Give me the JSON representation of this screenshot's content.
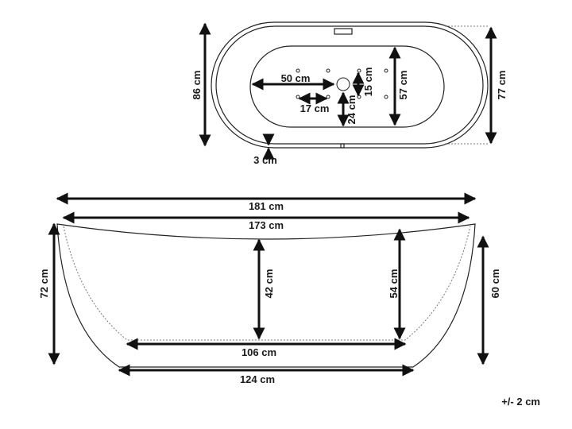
{
  "top_view": {
    "width_label": "86 cm",
    "depth_label": "77 cm",
    "inner_length_label": "50 cm",
    "inner_depth_label": "57 cm",
    "jet_spacing_label": "17 cm",
    "drain_offset_label": "24 cm",
    "drain_to_jet_label": "15 cm",
    "rim_label": "3 cm"
  },
  "side_view": {
    "total_length_label": "181 cm",
    "top_length_label": "173 cm",
    "height_total_label": "72 cm",
    "center_depth_label": "42 cm",
    "end_depth_label": "54 cm",
    "end_height_label": "60 cm",
    "bottom_inner_label": "106 cm",
    "base_label": "124 cm"
  },
  "tolerance": "+/- 2 cm",
  "colors": {
    "line": "#111111",
    "dashed": "#777777",
    "background": "#ffffff"
  }
}
